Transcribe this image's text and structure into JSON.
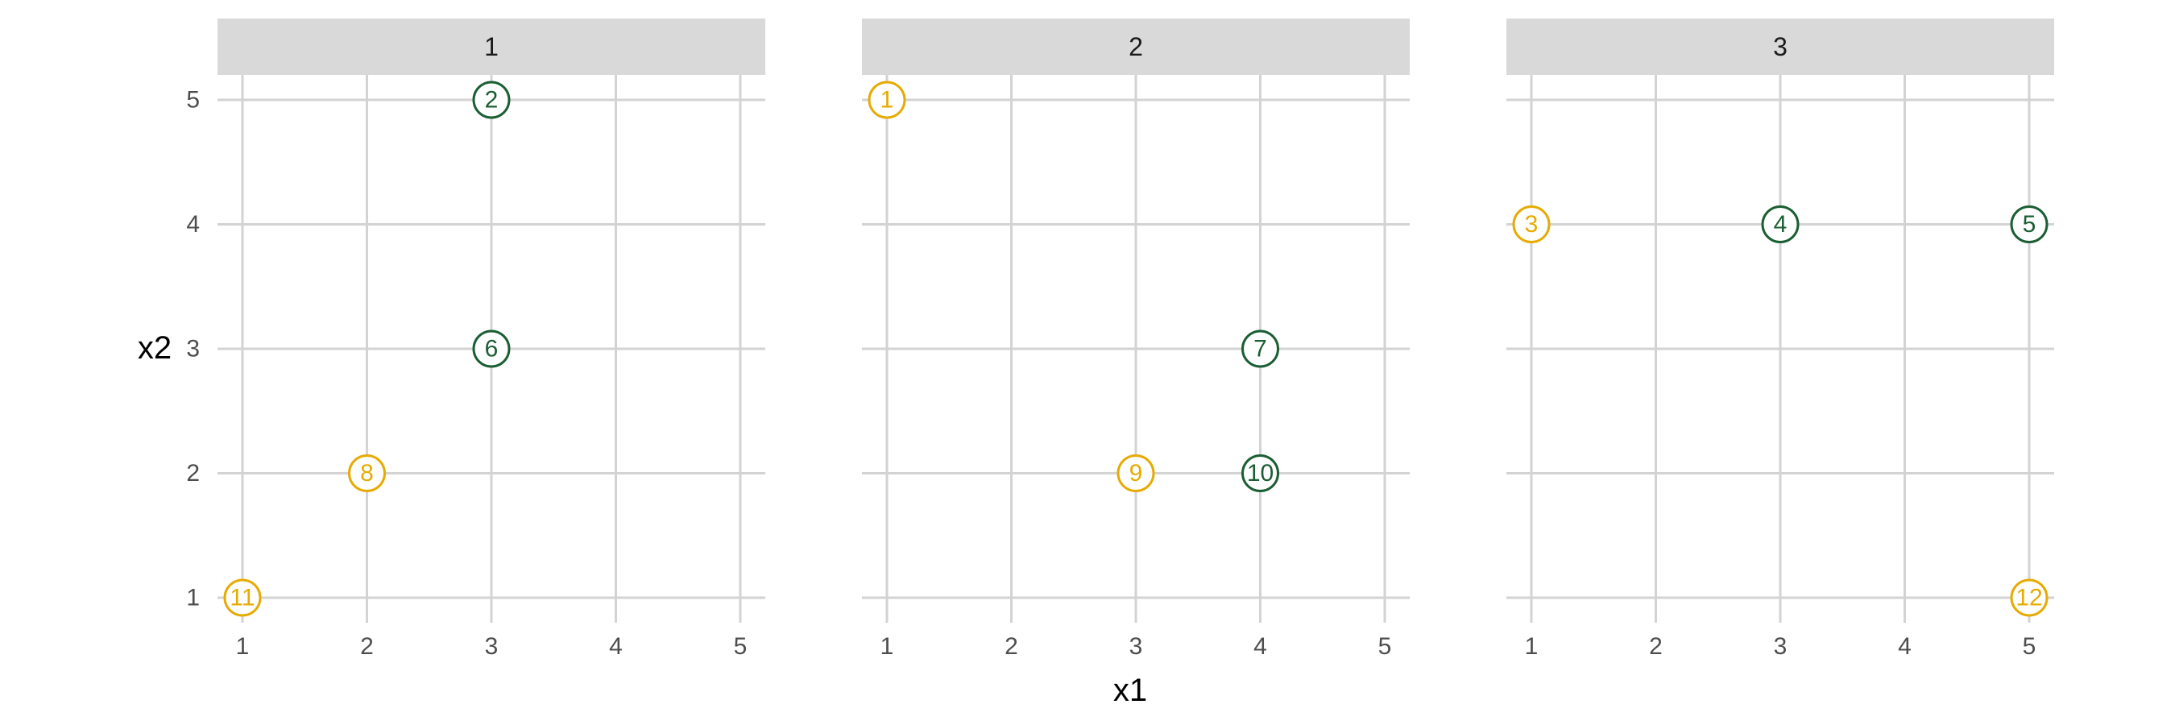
{
  "chart_data": {
    "type": "scatter",
    "xlabel": "x1",
    "ylabel": "x2",
    "xlim": [
      1,
      5
    ],
    "ylim": [
      1,
      5
    ],
    "x_ticks": [
      1,
      2,
      3,
      4,
      5
    ],
    "y_ticks": [
      1,
      2,
      3,
      4,
      5
    ],
    "grid": true,
    "colors": {
      "gold": "#e6ab02",
      "green": "#1b5e34"
    },
    "panels": [
      {
        "label": "1",
        "points": [
          {
            "id": "2",
            "x": 3,
            "y": 5,
            "color": "green"
          },
          {
            "id": "6",
            "x": 3,
            "y": 3,
            "color": "green"
          },
          {
            "id": "8",
            "x": 2,
            "y": 2,
            "color": "gold"
          },
          {
            "id": "11",
            "x": 1,
            "y": 1,
            "color": "gold"
          }
        ]
      },
      {
        "label": "2",
        "points": [
          {
            "id": "1",
            "x": 1,
            "y": 5,
            "color": "gold"
          },
          {
            "id": "7",
            "x": 4,
            "y": 3,
            "color": "green"
          },
          {
            "id": "9",
            "x": 3,
            "y": 2,
            "color": "gold"
          },
          {
            "id": "10",
            "x": 4,
            "y": 2,
            "color": "green"
          }
        ]
      },
      {
        "label": "3",
        "points": [
          {
            "id": "3",
            "x": 1,
            "y": 4,
            "color": "gold"
          },
          {
            "id": "4",
            "x": 3,
            "y": 4,
            "color": "green"
          },
          {
            "id": "5",
            "x": 5,
            "y": 4,
            "color": "green"
          },
          {
            "id": "12",
            "x": 5,
            "y": 1,
            "color": "gold"
          }
        ]
      }
    ]
  }
}
